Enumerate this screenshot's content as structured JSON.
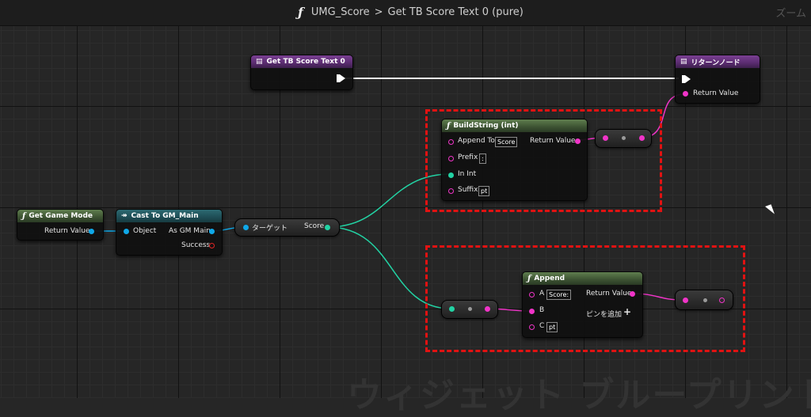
{
  "breadcrumb": {
    "graph": "UMG_Score",
    "separator": ">",
    "function": "Get TB Score Text 0 (pure)"
  },
  "zoom_label": "ズーム",
  "watermark": "ウィジェット ブループリント",
  "nodes": {
    "entry": {
      "title": "Get TB Score Text 0"
    },
    "return": {
      "title": "リターンノード",
      "pin": "Return Value"
    },
    "get_game_mode": {
      "title": "Get Game Mode",
      "out": "Return Value"
    },
    "cast": {
      "title": "Cast To GM_Main",
      "in": "Object",
      "out": "As GM Main",
      "success": "Success"
    },
    "get_score": {
      "target": "ターゲット",
      "out": "Score"
    },
    "build_string": {
      "title": "BuildString (int)",
      "append_to": "Append To",
      "append_to_value": "Score",
      "prefix": "Prefix",
      "prefix_value": ":",
      "in_int": "In Int",
      "suffix": "Suffix",
      "suffix_value": "pt",
      "out": "Return Value"
    },
    "append": {
      "title": "Append",
      "a": "A",
      "a_value": "Score:",
      "b": "B",
      "c": "C",
      "c_value": "pt",
      "out": "Return Value",
      "add_pin": "ピンを追加",
      "add_pin_icon": "+"
    }
  },
  "colors": {
    "exec": "#ffffff",
    "object": "#0fa8e8",
    "int": "#22d3a4",
    "string": "#f034c8",
    "bool": "#e02525",
    "highlight": "#e21212"
  }
}
